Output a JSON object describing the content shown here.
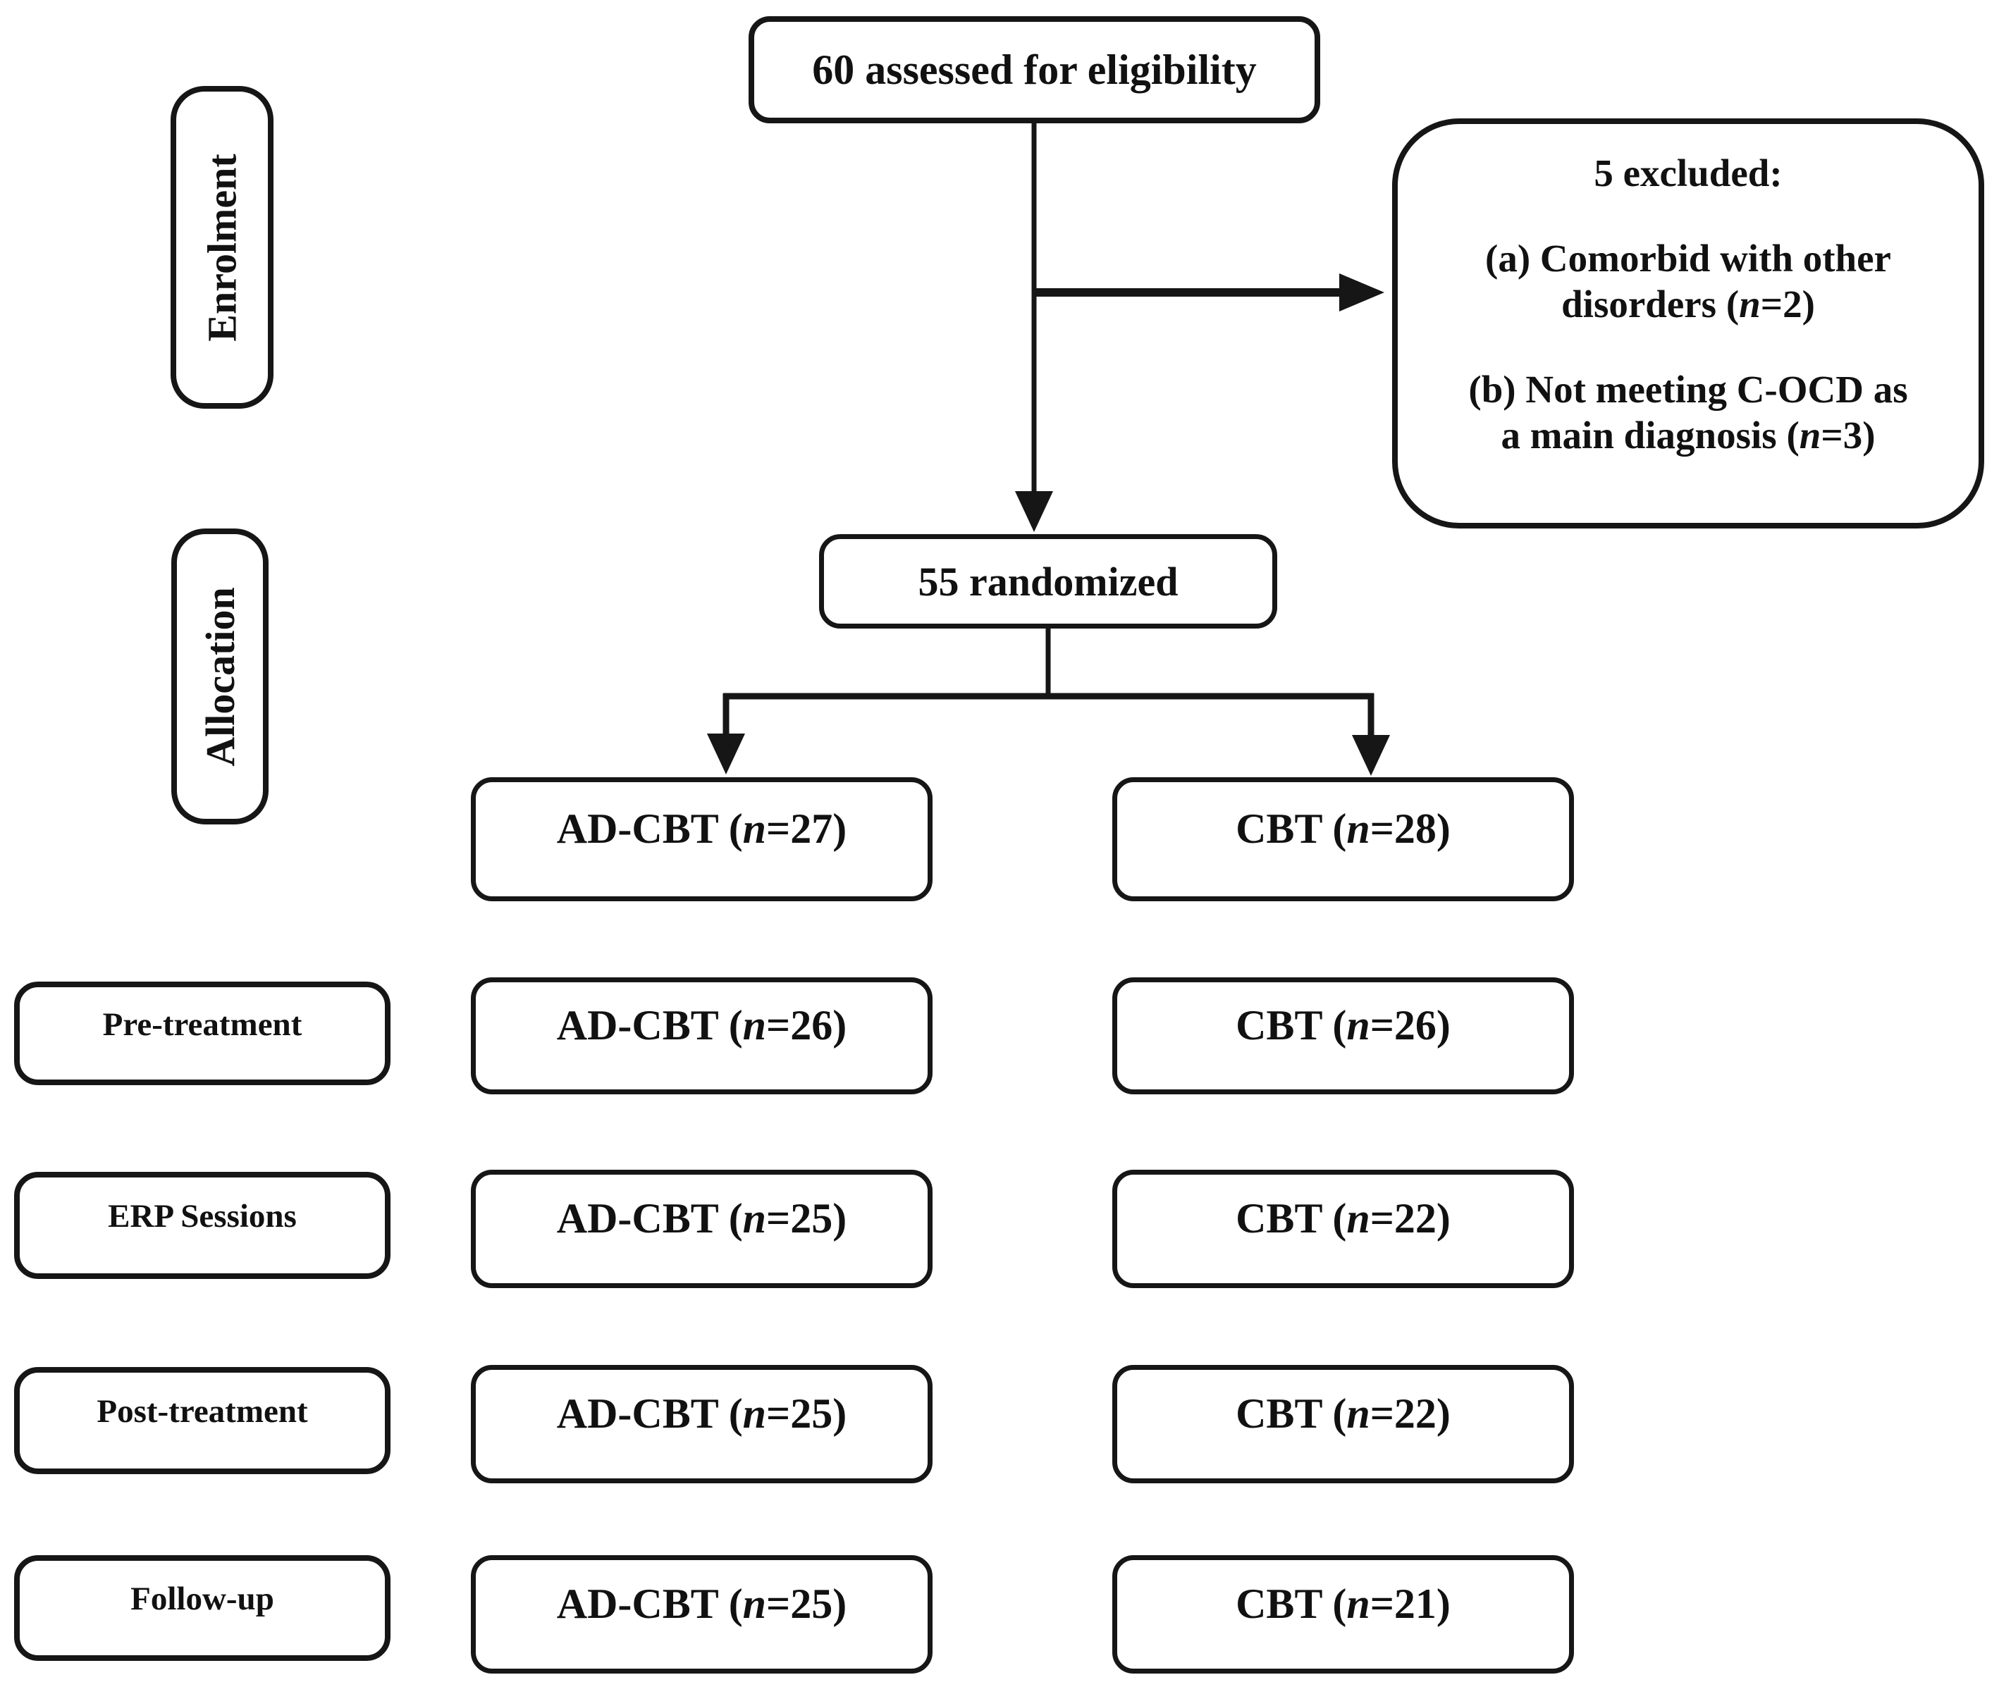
{
  "figure": {
    "background_color": "#ffffff",
    "line_color": "#161616",
    "text_color": "#111111"
  },
  "stage_labels": {
    "enrolment": "Enrolment",
    "allocation": "Allocation"
  },
  "eligibility": {
    "text": "60 assessed for eligibility"
  },
  "excluded": {
    "title": "5 excluded:",
    "reason_a": {
      "prefix": "(a) Comorbid with other disorders (",
      "n": "n",
      "suffix": "=2)"
    },
    "reason_b": {
      "prefix": "(b) Not meeting C-OCD as a main diagnosis (",
      "n": "n",
      "suffix": "=3)"
    }
  },
  "randomized": {
    "text": "55 randomized"
  },
  "allocation_row": {
    "ad": {
      "prefix": "AD-CBT (",
      "n": "n",
      "suffix": "=27)"
    },
    "cbt": {
      "prefix": "CBT (",
      "n": "n",
      "suffix": "=28)"
    }
  },
  "rows": [
    {
      "label": "Pre-treatment",
      "ad": {
        "prefix": "AD-CBT (",
        "n": "n",
        "suffix": "=26)"
      },
      "cbt": {
        "prefix": "CBT (",
        "n": "n",
        "suffix": "=26)"
      }
    },
    {
      "label": "ERP Sessions",
      "ad": {
        "prefix": "AD-CBT (",
        "n": "n",
        "suffix": "=25)"
      },
      "cbt": {
        "prefix": "CBT (",
        "n": "n",
        "suffix": "=22)"
      }
    },
    {
      "label": "Post-treatment",
      "ad": {
        "prefix": "AD-CBT (",
        "n": "n",
        "suffix": "=25)"
      },
      "cbt": {
        "prefix": "CBT (",
        "n": "n",
        "suffix": "=22)"
      }
    },
    {
      "label": "Follow-up",
      "ad": {
        "prefix": "AD-CBT (",
        "n": "n",
        "suffix": "=25)"
      },
      "cbt": {
        "prefix": "CBT (",
        "n": "n",
        "suffix": "=21)"
      }
    }
  ]
}
